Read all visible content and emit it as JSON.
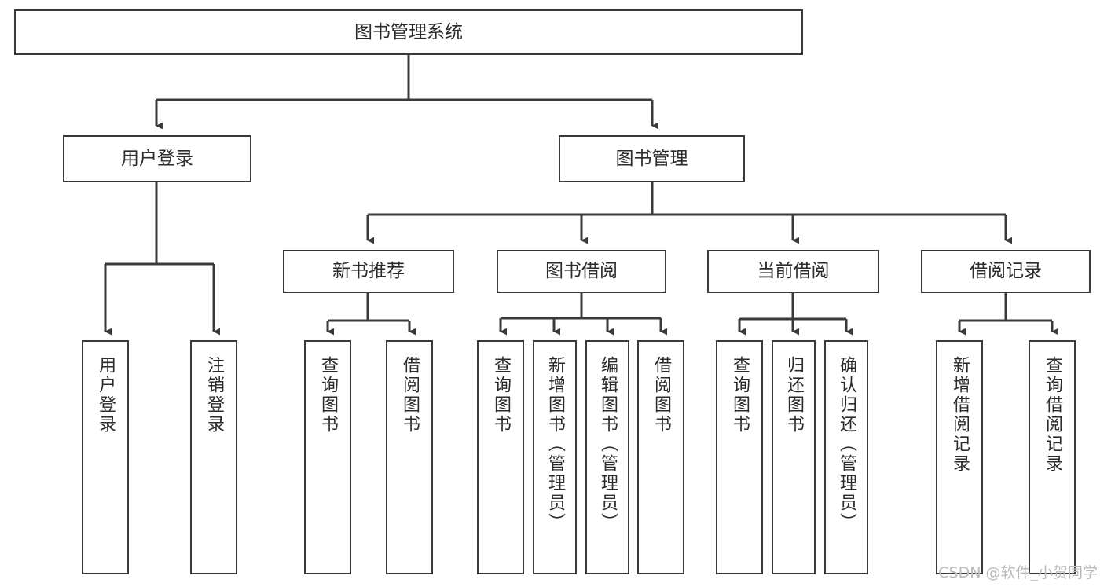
{
  "diagram": {
    "type": "tree",
    "title": "图书管理系统",
    "orientation": "top-down",
    "style": {
      "background": "#ffffff",
      "box_border": "#3a3a3a",
      "box_fill": "#ffffff",
      "text_color": "#2b2b2b",
      "connector_color": "#3a3a3a"
    }
  },
  "root": {
    "label": "图书管理系统"
  },
  "level2": [
    {
      "label": "用户登录"
    },
    {
      "label": "图书管理"
    }
  ],
  "level3": [
    {
      "label": "新书推荐"
    },
    {
      "label": "图书借阅"
    },
    {
      "label": "当前借阅"
    },
    {
      "label": "借阅记录"
    }
  ],
  "leaves": {
    "user_login": [
      {
        "label": "用户登录"
      },
      {
        "label": "注销登录"
      }
    ],
    "new_book_recommend": [
      {
        "label": "查询图书"
      },
      {
        "label": "借阅图书"
      }
    ],
    "book_borrow": [
      {
        "label": "查询图书"
      },
      {
        "label": "新增图书（管理员）"
      },
      {
        "label": "编辑图书（管理员）"
      },
      {
        "label": "借阅图书"
      }
    ],
    "current_borrow": [
      {
        "label": "查询图书"
      },
      {
        "label": "归还图书"
      },
      {
        "label": "确认归还（管理员）"
      }
    ],
    "borrow_record": [
      {
        "label": "新增借阅记录"
      },
      {
        "label": "查询借阅记录"
      }
    ]
  },
  "watermark": {
    "text": "CSDN @软件_小贺同学"
  }
}
